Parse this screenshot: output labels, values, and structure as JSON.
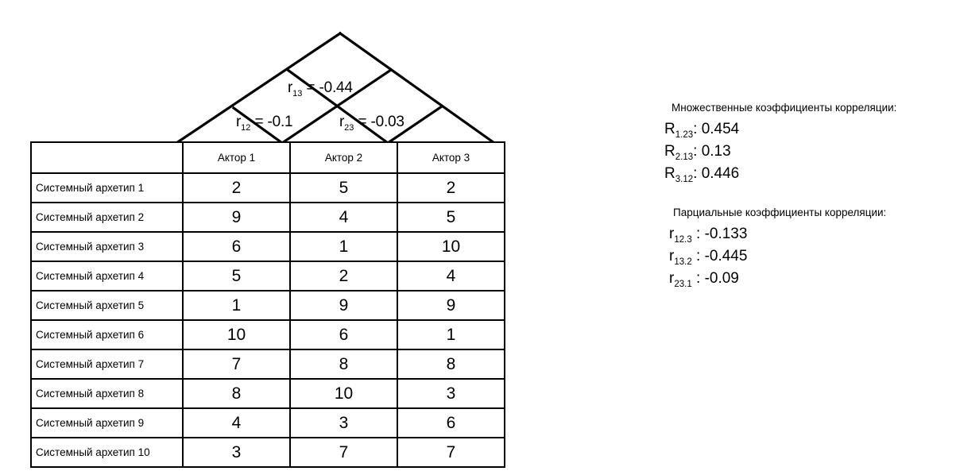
{
  "roof": {
    "name": "correlation-roof",
    "labels": {
      "r13": {
        "symbol": "r",
        "sub": "13",
        "text": "r13 = -0.44",
        "value": "-0.44",
        "eq": " = -0.44"
      },
      "r12": {
        "symbol": "r",
        "sub": "12",
        "text": "r12 = -0.1",
        "value": "-0.1",
        "eq": " = -0.1"
      },
      "r23": {
        "symbol": "r",
        "sub": "23",
        "text": "r23 = -0.03",
        "value": "-0.03",
        "eq": " = -0.03"
      }
    }
  },
  "table": {
    "corner_header": "",
    "columns": [
      "Актор 1",
      "Актор 2",
      "Актор 3"
    ],
    "rows": [
      {
        "label": "Системный архетип 1",
        "values": [
          "2",
          "5",
          "2"
        ]
      },
      {
        "label": "Системный архетип 2",
        "values": [
          "9",
          "4",
          "5"
        ]
      },
      {
        "label": "Системный архетип 3",
        "values": [
          "6",
          "1",
          "10"
        ]
      },
      {
        "label": "Системный архетип 4",
        "values": [
          "5",
          "2",
          "4"
        ]
      },
      {
        "label": "Системный архетип 5",
        "values": [
          "1",
          "9",
          "9"
        ]
      },
      {
        "label": "Системный архетип 6",
        "values": [
          "10",
          "6",
          "1"
        ]
      },
      {
        "label": "Системный архетип 7",
        "values": [
          "7",
          "8",
          "8"
        ]
      },
      {
        "label": "Системный архетип 8",
        "values": [
          "8",
          "10",
          "3"
        ]
      },
      {
        "label": "Системный архетип 9",
        "values": [
          "4",
          "3",
          "6"
        ]
      },
      {
        "label": "Системный архетип 10",
        "values": [
          "3",
          "7",
          "7"
        ]
      }
    ]
  },
  "stats": {
    "multiple": {
      "heading": "Множественные коэффициенты корреляции:",
      "items": [
        {
          "symbol": "R",
          "sub": "1.23",
          "sep": ": ",
          "value": "0.454"
        },
        {
          "symbol": "R",
          "sub": "2.13",
          "sep": ": ",
          "value": "0.13"
        },
        {
          "symbol": "R",
          "sub": "3.12",
          "sep": ": ",
          "value": "0.446"
        }
      ]
    },
    "partial": {
      "heading": "Парциальные коэффициенты корреляции:",
      "items": [
        {
          "symbol": "r",
          "sub": "12.3",
          "sep": " : ",
          "value": "-0.133"
        },
        {
          "symbol": "r",
          "sub": "13.2",
          "sep": " : ",
          "value": "-0.445"
        },
        {
          "symbol": "r",
          "sub": "23.1",
          "sep": " : ",
          "value": "-0.09"
        }
      ]
    }
  },
  "colors": {
    "line": "#000000",
    "background": "#ffffff",
    "text": "#000000"
  }
}
